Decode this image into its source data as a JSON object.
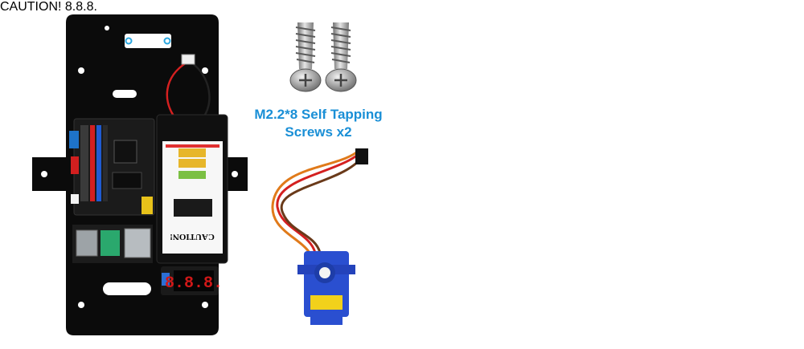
{
  "caption": {
    "line1": "M2.2*8 Self Tapping",
    "line2": "Screws x2"
  },
  "left_board": {
    "battery_label": "CAUTION!",
    "display_digits": "8.8.8."
  },
  "right_board": {
    "battery_label": "CAUTION!",
    "display_digits": "8.8.8."
  },
  "colors": {
    "accent": "#1a8fd6",
    "plate": "#0b0b0b",
    "servo": "#2a4fd0",
    "zoom_border": "#b8323a"
  },
  "icons": {
    "arrow": "right-arrow-icon",
    "screw": "screw-icon",
    "servo": "servo-motor-icon"
  }
}
